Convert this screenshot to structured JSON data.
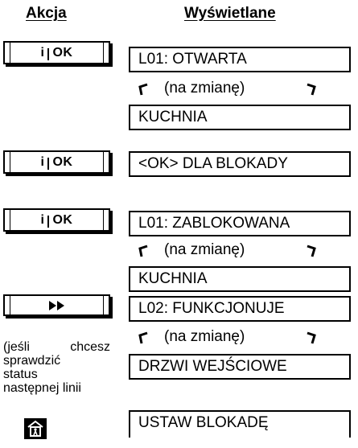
{
  "header": {
    "action_label": "Akcja",
    "display_label": "Wyświetlane"
  },
  "buttons": {
    "ok_icon": "i",
    "ok_text": "OK",
    "forward_icon": "fast-forward-icon",
    "home_icon": "home-shield-icon"
  },
  "displays": {
    "line1": "L01: OTWARTA",
    "alternating": "(na zmianę)",
    "zone1": "KUCHNIA",
    "ok_prompt": "<OK> DLA BLOKADY",
    "locked": "L01: ZABLOKOWANA",
    "zone2": "KUCHNIA",
    "line2": "L02: FUNKCJONUJE",
    "zone3": "DRZWI WEJŚCIOWE",
    "set_lock": "USTAW BLOKADĘ"
  },
  "note": {
    "line1_left": "(jeśli",
    "line1_right": "chcesz",
    "line2": "sprawdzić",
    "line3": "status",
    "line4": "następnej linii"
  }
}
